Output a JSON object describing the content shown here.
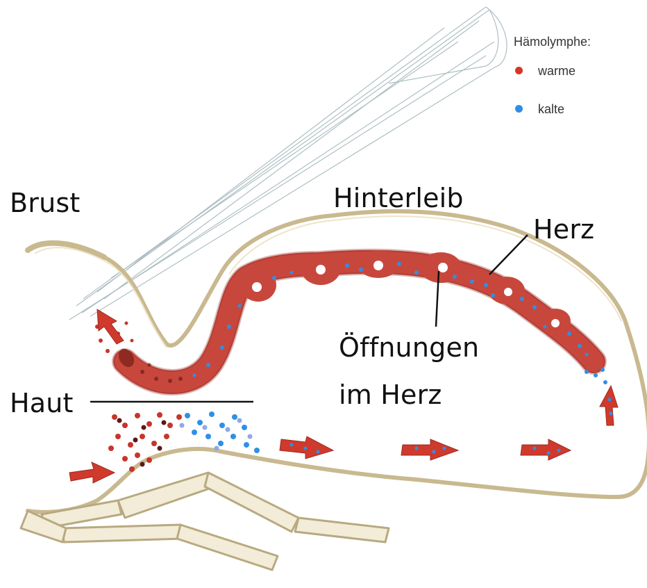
{
  "legend": {
    "title": "Hämolymphe:",
    "items": [
      {
        "label": "warme",
        "color": "#d8352a"
      },
      {
        "label": "kalte",
        "color": "#2f8fe6"
      }
    ]
  },
  "labels": {
    "brust": "Brust",
    "hinterleib": "Hinterleib",
    "herz": "Herz",
    "oeffnungen_line1": "Öffnungen",
    "oeffnungen_line2": "im Herz",
    "haut": "Haut"
  },
  "colors": {
    "outline": "#c9b98f",
    "heart_fill": "#c8473c",
    "warm": "#d8352a",
    "cold": "#2f8fe6",
    "wing": "#9fb3b8"
  }
}
